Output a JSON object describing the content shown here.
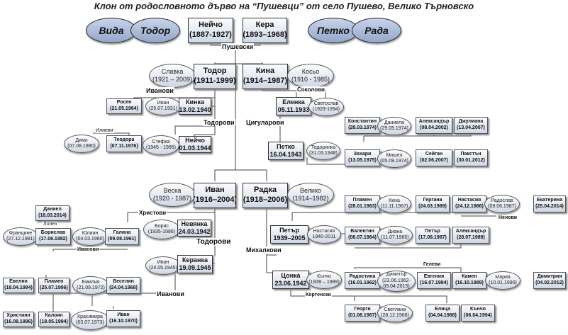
{
  "title": "Клон от родословното дърво на “Пушевци” от село Пушево, Велико Търновско",
  "root_labels": {
    "vida": "Вида",
    "todor": "Тодор",
    "petko": "Петко",
    "rada": "Рада",
    "family": "Пушевски"
  },
  "boxes": {
    "neycho_root": [
      "Нейчо",
      "(1887-1927)"
    ],
    "kera": [
      "Кера",
      "(1893–1968)"
    ],
    "todor": [
      "Тодор",
      "(1911-1999)"
    ],
    "kina": [
      "Кина",
      "(1914–1987)"
    ],
    "rosen": [
      "Росен",
      "(21.05.1964)"
    ],
    "kinka": [
      "Кинка",
      "13.02.1940"
    ],
    "teodora": [
      "Теодора",
      "(07.11.1976)"
    ],
    "neycho2": [
      "Нейчо",
      "01.03.1944"
    ],
    "elenka": [
      "Еленка",
      "05.11.1933"
    ],
    "petko2": [
      "Петко",
      "16.04.1943"
    ],
    "konstantin": [
      "Константин",
      "(28.03.1974)"
    ],
    "aleksandar1": [
      "Александър",
      "(08.04.2002)"
    ],
    "dzhuliana": [
      "Джулиана",
      "(13.04.2007)"
    ],
    "zahari": [
      "Захари",
      "(13.05.1975)"
    ],
    "seygan": [
      "Сейган",
      "(02.06.2007)"
    ],
    "pakstan": [
      "Пакстън",
      "(30.01.2012)"
    ],
    "ivan": [
      "Иван",
      "(1916–2004)"
    ],
    "radka": [
      "Радка",
      "(1918–2006)"
    ],
    "daniel": [
      "Даниел",
      "(18.03.2014)"
    ],
    "borislav": [
      "Борислав",
      "(17.06.1982)"
    ],
    "galina": [
      "Галина",
      "(09.08.1961)"
    ],
    "nevyanka": [
      "Невянка",
      "24.03.1942"
    ],
    "keranka": [
      "Керанка",
      "19.09.1945"
    ],
    "evelin": [
      "Евелин",
      "(18.04.1994)"
    ],
    "plamen1": [
      "Пламен",
      "(25.07.1996)"
    ],
    "veselin": [
      "Веселин",
      "(24.04.1968)"
    ],
    "hristiyan": [
      "Християн",
      "(16.08.1996)"
    ],
    "kaloyan": [
      "Калоян",
      "(18.05.1994)"
    ],
    "ivan2": [
      "Иван",
      "(16.10.1970)"
    ],
    "plamen2": [
      "Пламен",
      "(28.01.1963)"
    ],
    "gergana": [
      "Гергана",
      "(24.03.1989)"
    ],
    "nastasiya1": [
      "Настасия",
      "(24.12.1986)"
    ],
    "ekaterina": [
      "Екатерина",
      "(25.04.2014)"
    ],
    "petar1": [
      "Петър",
      "1939–2005"
    ],
    "valentin": [
      "Валентин",
      "(08.07.1964)"
    ],
    "petar2": [
      "Петър",
      "(17.08.1987)"
    ],
    "aleksandar2": [
      "Александър",
      "(28.07.1989)"
    ],
    "tsonka": [
      "Цонка",
      "23.06.1942"
    ],
    "radostina": [
      "Радостина",
      "(16.01.1962)"
    ],
    "evgeniya": [
      "Евгения",
      "(16.07.1984)"
    ],
    "kamen": [
      "Камен",
      "(16.10.1989)"
    ],
    "dimitriya": [
      "Димитрия",
      "(04.02.2012)"
    ],
    "georgi": [
      "Георги",
      "(01.06.1967)"
    ],
    "elitsa": [
      "Елица",
      "(04.04.1988)"
    ],
    "kancho": [
      "Кънчо",
      "(06.04.1994)"
    ]
  },
  "ellipses": {
    "slavka": [
      "Славка",
      "(1921 – 2009)"
    ],
    "koso": [
      "Косьо",
      "(1910 - 1985)"
    ],
    "ivan_s": [
      "Иван",
      "(25.07.1931)"
    ],
    "dimo": [
      "Димо",
      "(07.08.1980)"
    ],
    "stefka": [
      "Стефка",
      "(1945 - 1995)"
    ],
    "svetoslav": [
      "Светослав",
      "(1929-1994)"
    ],
    "todorinka": [
      "Тодоринка",
      "(31.03.1948)"
    ],
    "daniela": [
      "Даниела",
      "(29.05.1974)"
    ],
    "mishel": [
      "Мишел",
      "(05.09.1974)"
    ],
    "veska": [
      "Веска",
      "(1920 - 1987)"
    ],
    "veliko": [
      "Велико",
      "(1914–1982)"
    ],
    "frantsine": [
      "Францине",
      "(27.12.1981)"
    ],
    "yuliyan": [
      "Юлиян",
      "(04.03.1960)"
    ],
    "boris": [
      "Борис",
      "(1935-1986)"
    ],
    "ivan_k": [
      "Иван",
      "(24.05.1945)"
    ],
    "emiliya": [
      "Емилия",
      "(21.09.1972)"
    ],
    "krasimira": [
      "Красимира",
      "(03.07.1973)"
    ],
    "kina2": [
      "Кина",
      "(11.11.1967)"
    ],
    "radoslav": [
      "Радослав",
      "(09.06.1987)"
    ],
    "nastasiya2": [
      "Настасия",
      "1940-2011"
    ],
    "diana": [
      "Диана",
      "(11.07.1965)"
    ],
    "kancho_e": [
      "Кънчо",
      "(1939 – 1999)"
    ],
    "dimitar": [
      "Димитър",
      "(23.06.1962-",
      "09.04.2015)"
    ],
    "mariya": [
      "Мария",
      "(10.01.1990)"
    ],
    "svetlana": [
      "Светлана",
      "(28.12.1966)"
    ]
  },
  "labels": {
    "ivanovi1": "Иванови",
    "todorovi": "Тодорови",
    "ilievi": "Илиеви",
    "sokolovi": "Соколови",
    "tsigularovi": "Цигуларови",
    "hristovi": "Христови",
    "lopez": "Лопез",
    "todorovi2": "Тодорови",
    "ivanovi2": "Иванови",
    "ivanovi3": "Иванови",
    "mihalkovi": "Михалкови",
    "nenovi": "Ненови",
    "gelevi": "Гелеви",
    "kortenski": "Кортенски"
  }
}
